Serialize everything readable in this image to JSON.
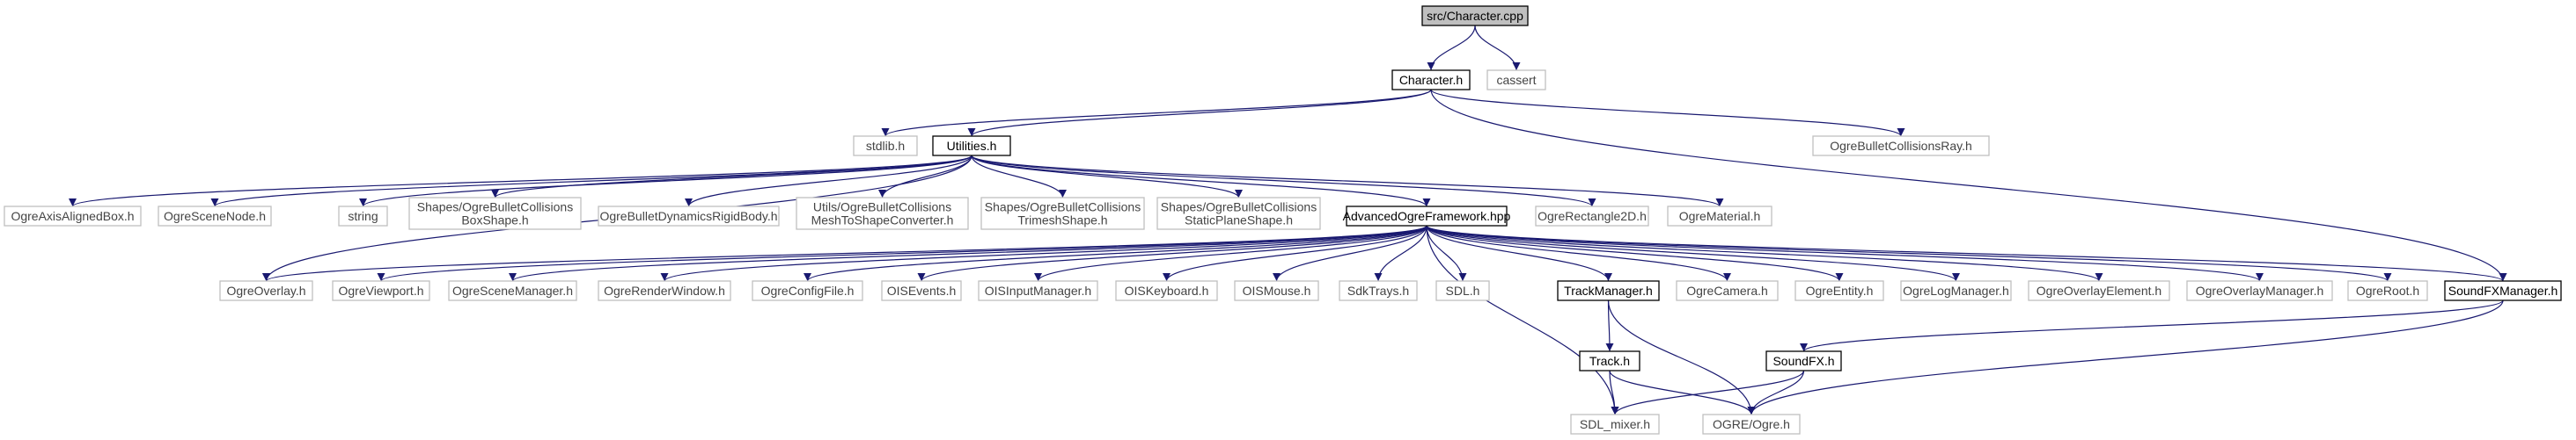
{
  "diagram": {
    "type": "include-dependency-graph",
    "colors": {
      "edge": "#191970",
      "root_fill": "#bfbfbf",
      "project_border": "#000000",
      "external_border": "#bfbfbf"
    },
    "nodes": [
      {
        "id": "character_cpp",
        "lines": [
          "src/Character.cpp"
        ],
        "kind": "root"
      },
      {
        "id": "character_h",
        "lines": [
          "Character.h"
        ],
        "kind": "project"
      },
      {
        "id": "cassert",
        "lines": [
          "cassert"
        ],
        "kind": "external"
      },
      {
        "id": "stdlib_h",
        "lines": [
          "stdlib.h"
        ],
        "kind": "external"
      },
      {
        "id": "utilities_h",
        "lines": [
          "Utilities.h"
        ],
        "kind": "project"
      },
      {
        "id": "ray_h",
        "lines": [
          "OgreBulletCollisionsRay.h"
        ],
        "kind": "external"
      },
      {
        "id": "aabb_h",
        "lines": [
          "OgreAxisAlignedBox.h"
        ],
        "kind": "external"
      },
      {
        "id": "scenenode_h",
        "lines": [
          "OgreSceneNode.h"
        ],
        "kind": "external"
      },
      {
        "id": "string",
        "lines": [
          "string"
        ],
        "kind": "external"
      },
      {
        "id": "boxshape_h",
        "lines": [
          "Shapes/OgreBulletCollisions",
          "BoxShape.h"
        ],
        "kind": "external"
      },
      {
        "id": "rigidbody_h",
        "lines": [
          "OgreBulletDynamicsRigidBody.h"
        ],
        "kind": "external"
      },
      {
        "id": "meshconv_h",
        "lines": [
          "Utils/OgreBulletCollisions",
          "MeshToShapeConverter.h"
        ],
        "kind": "external"
      },
      {
        "id": "trimesh_h",
        "lines": [
          "Shapes/OgreBulletCollisions",
          "TrimeshShape.h"
        ],
        "kind": "external"
      },
      {
        "id": "staticplane_h",
        "lines": [
          "Shapes/OgreBulletCollisions",
          "StaticPlaneShape.h"
        ],
        "kind": "external"
      },
      {
        "id": "aof_hpp",
        "lines": [
          "AdvancedOgreFramework.hpp"
        ],
        "kind": "project"
      },
      {
        "id": "rect2d_h",
        "lines": [
          "OgreRectangle2D.h"
        ],
        "kind": "external"
      },
      {
        "id": "material_h",
        "lines": [
          "OgreMaterial.h"
        ],
        "kind": "external"
      },
      {
        "id": "overlay_h",
        "lines": [
          "OgreOverlay.h"
        ],
        "kind": "external"
      },
      {
        "id": "viewport_h",
        "lines": [
          "OgreViewport.h"
        ],
        "kind": "external"
      },
      {
        "id": "scenemgr_h",
        "lines": [
          "OgreSceneManager.h"
        ],
        "kind": "external"
      },
      {
        "id": "renderwin_h",
        "lines": [
          "OgreRenderWindow.h"
        ],
        "kind": "external"
      },
      {
        "id": "configfile_h",
        "lines": [
          "OgreConfigFile.h"
        ],
        "kind": "external"
      },
      {
        "id": "oisevents_h",
        "lines": [
          "OISEvents.h"
        ],
        "kind": "external"
      },
      {
        "id": "oisinput_h",
        "lines": [
          "OISInputManager.h"
        ],
        "kind": "external"
      },
      {
        "id": "oiskeyboard_h",
        "lines": [
          "OISKeyboard.h"
        ],
        "kind": "external"
      },
      {
        "id": "oismouse_h",
        "lines": [
          "OISMouse.h"
        ],
        "kind": "external"
      },
      {
        "id": "sdktrays_h",
        "lines": [
          "SdkTrays.h"
        ],
        "kind": "external"
      },
      {
        "id": "sdl_h",
        "lines": [
          "SDL.h"
        ],
        "kind": "external"
      },
      {
        "id": "trackmgr_h",
        "lines": [
          "TrackManager.h"
        ],
        "kind": "project"
      },
      {
        "id": "camera_h",
        "lines": [
          "OgreCamera.h"
        ],
        "kind": "external"
      },
      {
        "id": "entity_h",
        "lines": [
          "OgreEntity.h"
        ],
        "kind": "external"
      },
      {
        "id": "logmgr_h",
        "lines": [
          "OgreLogManager.h"
        ],
        "kind": "external"
      },
      {
        "id": "overlayelem_h",
        "lines": [
          "OgreOverlayElement.h"
        ],
        "kind": "external"
      },
      {
        "id": "overlaymgr_h",
        "lines": [
          "OgreOverlayManager.h"
        ],
        "kind": "external"
      },
      {
        "id": "root_h",
        "lines": [
          "OgreRoot.h"
        ],
        "kind": "external"
      },
      {
        "id": "soundfxmgr_h",
        "lines": [
          "SoundFXManager.h"
        ],
        "kind": "project"
      },
      {
        "id": "track_h",
        "lines": [
          "Track.h"
        ],
        "kind": "project"
      },
      {
        "id": "soundfx_h",
        "lines": [
          "SoundFX.h"
        ],
        "kind": "project"
      },
      {
        "id": "sdlmixer_h",
        "lines": [
          "SDL_mixer.h"
        ],
        "kind": "external"
      },
      {
        "id": "ogre_h",
        "lines": [
          "OGRE/Ogre.h"
        ],
        "kind": "external"
      }
    ],
    "edges": [
      {
        "from": "character_cpp",
        "to": "character_h"
      },
      {
        "from": "character_cpp",
        "to": "cassert"
      },
      {
        "from": "character_h",
        "to": "stdlib_h"
      },
      {
        "from": "character_h",
        "to": "utilities_h"
      },
      {
        "from": "character_h",
        "to": "ray_h"
      },
      {
        "from": "character_h",
        "to": "soundfxmgr_h"
      },
      {
        "from": "utilities_h",
        "to": "aabb_h"
      },
      {
        "from": "utilities_h",
        "to": "scenenode_h"
      },
      {
        "from": "utilities_h",
        "to": "string"
      },
      {
        "from": "utilities_h",
        "to": "boxshape_h"
      },
      {
        "from": "utilities_h",
        "to": "rigidbody_h"
      },
      {
        "from": "utilities_h",
        "to": "meshconv_h"
      },
      {
        "from": "utilities_h",
        "to": "trimesh_h"
      },
      {
        "from": "utilities_h",
        "to": "staticplane_h"
      },
      {
        "from": "utilities_h",
        "to": "aof_hpp"
      },
      {
        "from": "utilities_h",
        "to": "rect2d_h"
      },
      {
        "from": "utilities_h",
        "to": "material_h"
      },
      {
        "from": "utilities_h",
        "to": "overlay_h"
      },
      {
        "from": "aof_hpp",
        "to": "overlay_h"
      },
      {
        "from": "aof_hpp",
        "to": "viewport_h"
      },
      {
        "from": "aof_hpp",
        "to": "scenemgr_h"
      },
      {
        "from": "aof_hpp",
        "to": "renderwin_h"
      },
      {
        "from": "aof_hpp",
        "to": "configfile_h"
      },
      {
        "from": "aof_hpp",
        "to": "oisevents_h"
      },
      {
        "from": "aof_hpp",
        "to": "oisinput_h"
      },
      {
        "from": "aof_hpp",
        "to": "oiskeyboard_h"
      },
      {
        "from": "aof_hpp",
        "to": "oismouse_h"
      },
      {
        "from": "aof_hpp",
        "to": "sdktrays_h"
      },
      {
        "from": "aof_hpp",
        "to": "sdl_h"
      },
      {
        "from": "aof_hpp",
        "to": "trackmgr_h"
      },
      {
        "from": "aof_hpp",
        "to": "camera_h"
      },
      {
        "from": "aof_hpp",
        "to": "entity_h"
      },
      {
        "from": "aof_hpp",
        "to": "logmgr_h"
      },
      {
        "from": "aof_hpp",
        "to": "overlayelem_h"
      },
      {
        "from": "aof_hpp",
        "to": "overlaymgr_h"
      },
      {
        "from": "aof_hpp",
        "to": "root_h"
      },
      {
        "from": "aof_hpp",
        "to": "soundfxmgr_h"
      },
      {
        "from": "aof_hpp",
        "to": "sdlmixer_h"
      },
      {
        "from": "trackmgr_h",
        "to": "track_h"
      },
      {
        "from": "trackmgr_h",
        "to": "ogre_h"
      },
      {
        "from": "track_h",
        "to": "sdlmixer_h"
      },
      {
        "from": "track_h",
        "to": "ogre_h"
      },
      {
        "from": "soundfxmgr_h",
        "to": "soundfx_h"
      },
      {
        "from": "soundfxmgr_h",
        "to": "ogre_h"
      },
      {
        "from": "soundfx_h",
        "to": "sdlmixer_h"
      },
      {
        "from": "soundfx_h",
        "to": "ogre_h"
      }
    ]
  }
}
